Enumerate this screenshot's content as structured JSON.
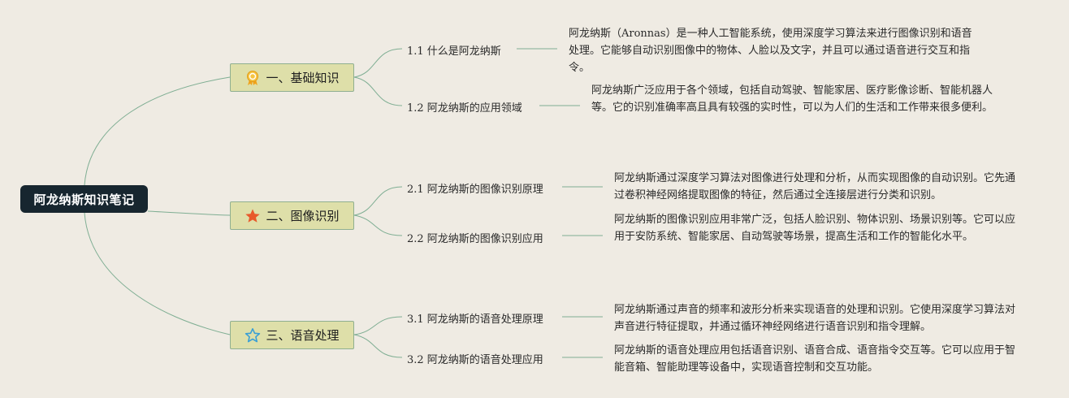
{
  "root": {
    "label": "阿龙纳斯知识笔记"
  },
  "branches": [
    {
      "label": "一、基础知识",
      "icon": "award-ribbon-icon",
      "children": [
        {
          "label": "1.1 什么是阿龙纳斯",
          "description": "阿龙纳斯（Aronnas）是一种人工智能系统，使用深度学习算法来进行图像识别和语音处理。它能够自动识别图像中的物体、人脸以及文字，并且可以通过语音进行交互和指令。"
        },
        {
          "label": "1.2 阿龙纳斯的应用领域",
          "description": "阿龙纳斯广泛应用于各个领域，包括自动驾驶、智能家居、医疗影像诊断、智能机器人等。它的识别准确率高且具有较强的实时性，可以为人们的生活和工作带来很多便利。"
        }
      ]
    },
    {
      "label": "二、图像识别",
      "icon": "star-filled-icon",
      "children": [
        {
          "label": "2.1 阿龙纳斯的图像识别原理",
          "description": "阿龙纳斯通过深度学习算法对图像进行处理和分析，从而实现图像的自动识别。它先通过卷积神经网络提取图像的特征，然后通过全连接层进行分类和识别。"
        },
        {
          "label": "2.2 阿龙纳斯的图像识别应用",
          "description": "阿龙纳斯的图像识别应用非常广泛，包括人脸识别、物体识别、场景识别等。它可以应用于安防系统、智能家居、自动驾驶等场景，提高生活和工作的智能化水平。"
        }
      ]
    },
    {
      "label": "三、语音处理",
      "icon": "star-outline-icon",
      "children": [
        {
          "label": "3.1 阿龙纳斯的语音处理原理",
          "description": "阿龙纳斯通过声音的频率和波形分析来实现语音的处理和识别。它使用深度学习算法对声音进行特征提取，并通过循环神经网络进行语音识别和指令理解。"
        },
        {
          "label": "3.2 阿龙纳斯的语音处理应用",
          "description": "阿龙纳斯的语音处理应用包括语音识别、语音合成、语音指令交互等。它可以应用于智能音箱、智能助理等设备中，实现语音控制和交互功能。"
        }
      ]
    }
  ]
}
